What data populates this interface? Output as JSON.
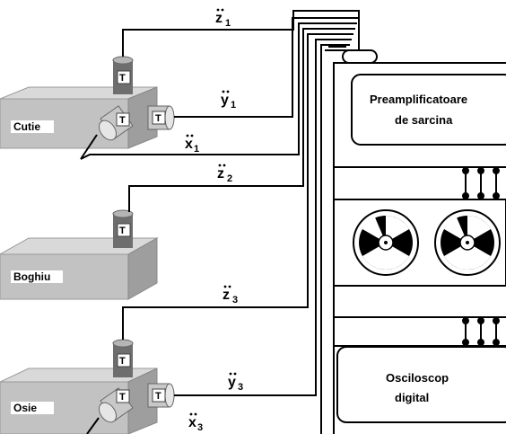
{
  "blocks": {
    "cutie": "Cutie",
    "boghiu": "Boghiu",
    "osie": "Osie"
  },
  "transducer_label": "T",
  "signals": {
    "z1": "z",
    "z1_sub": "1",
    "y1": "y",
    "y1_sub": "1",
    "x1": "x",
    "x1_sub": "1",
    "z2": "z",
    "z2_sub": "2",
    "z3": "z",
    "z3_sub": "3",
    "y3": "y",
    "y3_sub": "3",
    "x3": "x",
    "x3_sub": "3"
  },
  "panels": {
    "preamp_line1": "Preamplificatoare",
    "preamp_line2": "de sarcina",
    "osc_line1": "Osciloscop",
    "osc_line2": "digital"
  },
  "colors": {
    "block_top": "#d9d9d9",
    "block_front": "#c2c2c2",
    "block_side": "#9e9e9e",
    "transducer_top": "#b5b5b5",
    "transducer_body": "#6e6e6e",
    "background": "#ffffff",
    "ink": "#000000"
  }
}
